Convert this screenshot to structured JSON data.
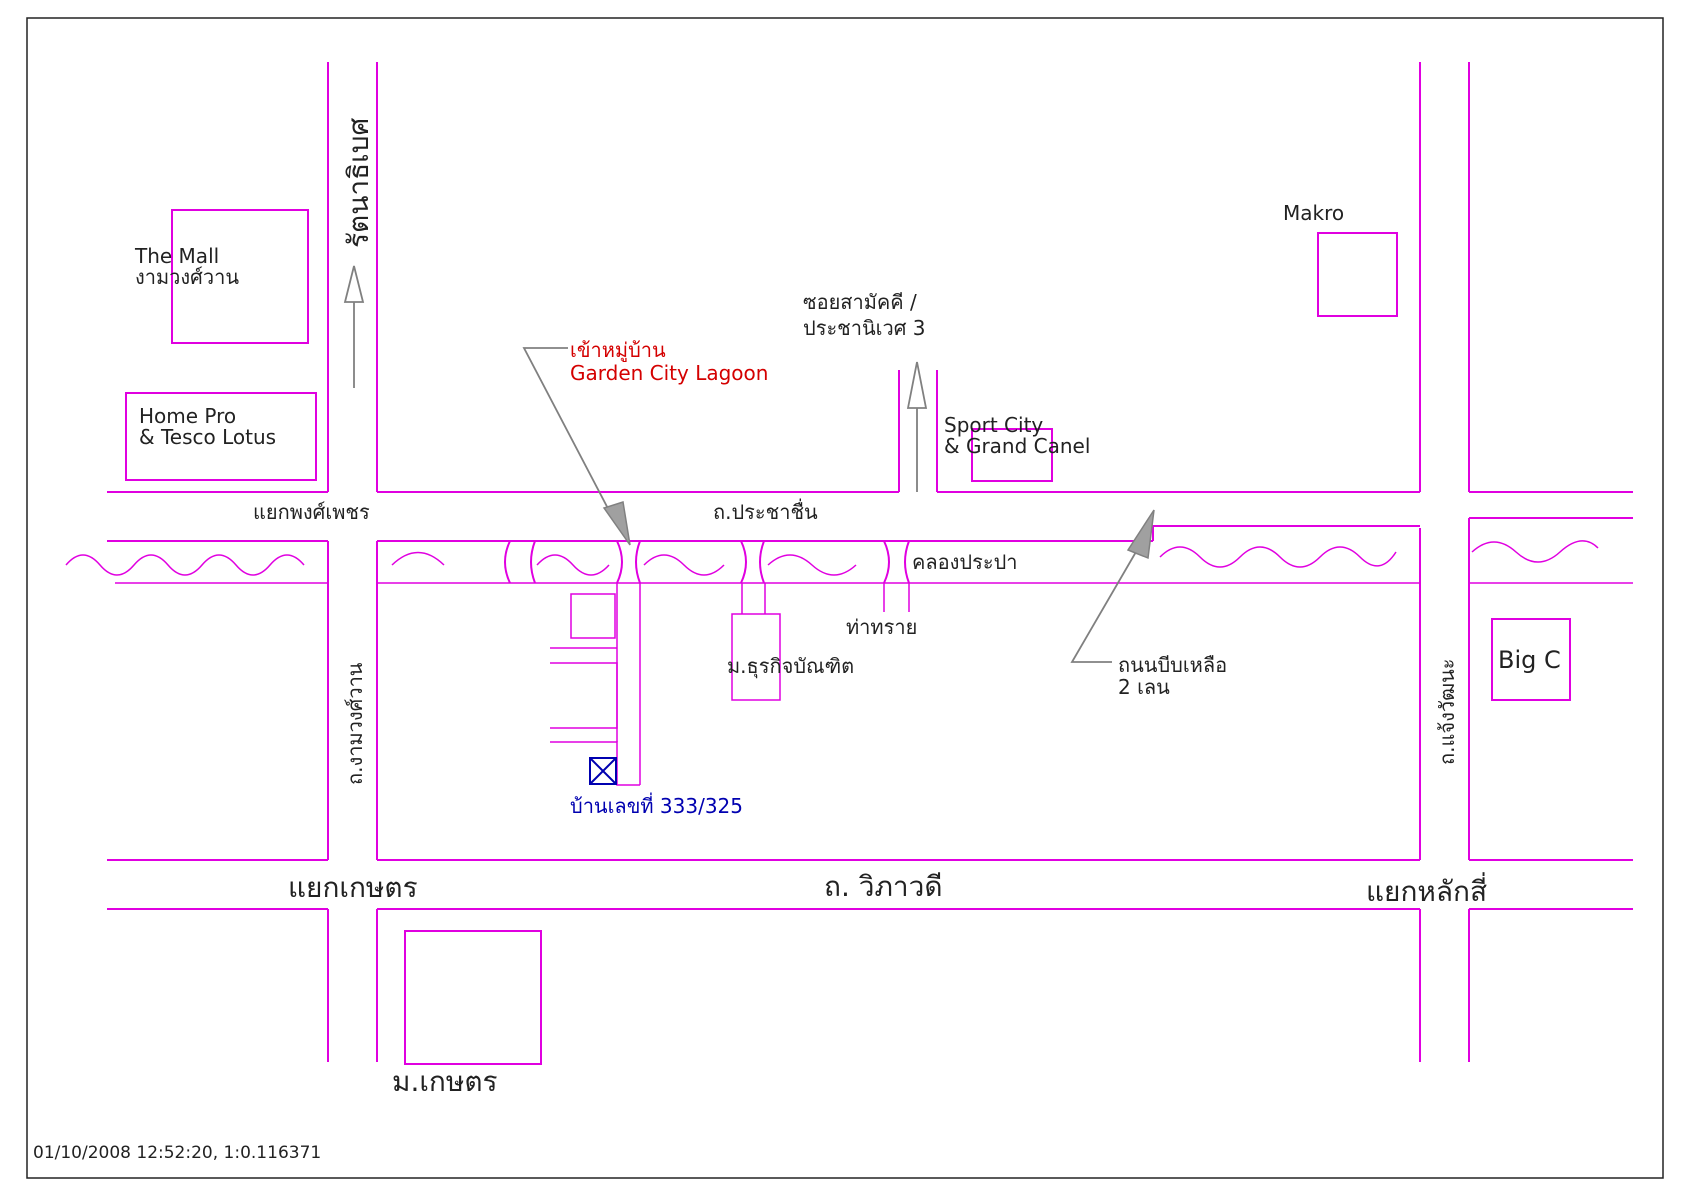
{
  "colors": {
    "road": "#e000e0",
    "text": "#222222",
    "highlight_red": "#d40000",
    "house_blue": "#0000b0",
    "arrow": "#808080"
  },
  "labels": {
    "the_mall": [
      "The Mall",
      "งามวงศ์วาน"
    ],
    "home_pro": [
      "Home Pro",
      "& Tesco Lotus"
    ],
    "rattanathibet": "รัตนาธิเบศ",
    "makro": "Makro",
    "soi_samakkhi": [
      "ซอยสามัคคี /",
      "ประชานิเวศ 3"
    ],
    "village_entry": [
      "เข้าหมู่บ้าน",
      "Garden City Lagoon"
    ],
    "sport_city": [
      "Sport City",
      "& Grand Canel"
    ],
    "yaek_phongphet": "แยกพงศ์เพชร",
    "prachachuen": "ถ.ประชาชื่น",
    "khlong_prapa": "คลองประปา",
    "tha_sai": "ท่าทราย",
    "dhurakij": "ม.ธุรกิจบัณฑิต",
    "narrow_road": [
      "ถนนบีบเหลือ",
      "2 เลน"
    ],
    "big_c": "Big C",
    "ngamwongwan_rd": "ถ.งามวงศ์วาน",
    "chaengwattana_rd": "ถ.แจ้งวัฒนะ",
    "house_no": "บ้านเลขที่ 333/325",
    "yaek_kaset": "แยกเกษตร",
    "vibhavadi": "ถ. วิภาวดี",
    "yaek_laksi": "แยกหลักสี่",
    "kasetsart": "ม.เกษตร"
  },
  "footer": {
    "timestamp_scale": "01/10/2008 12:52:20, 1:0.116371"
  },
  "icons": [
    "up-arrow-icon",
    "house-marker-icon",
    "pointer-arrow-icon",
    "canal-wave-icon"
  ]
}
